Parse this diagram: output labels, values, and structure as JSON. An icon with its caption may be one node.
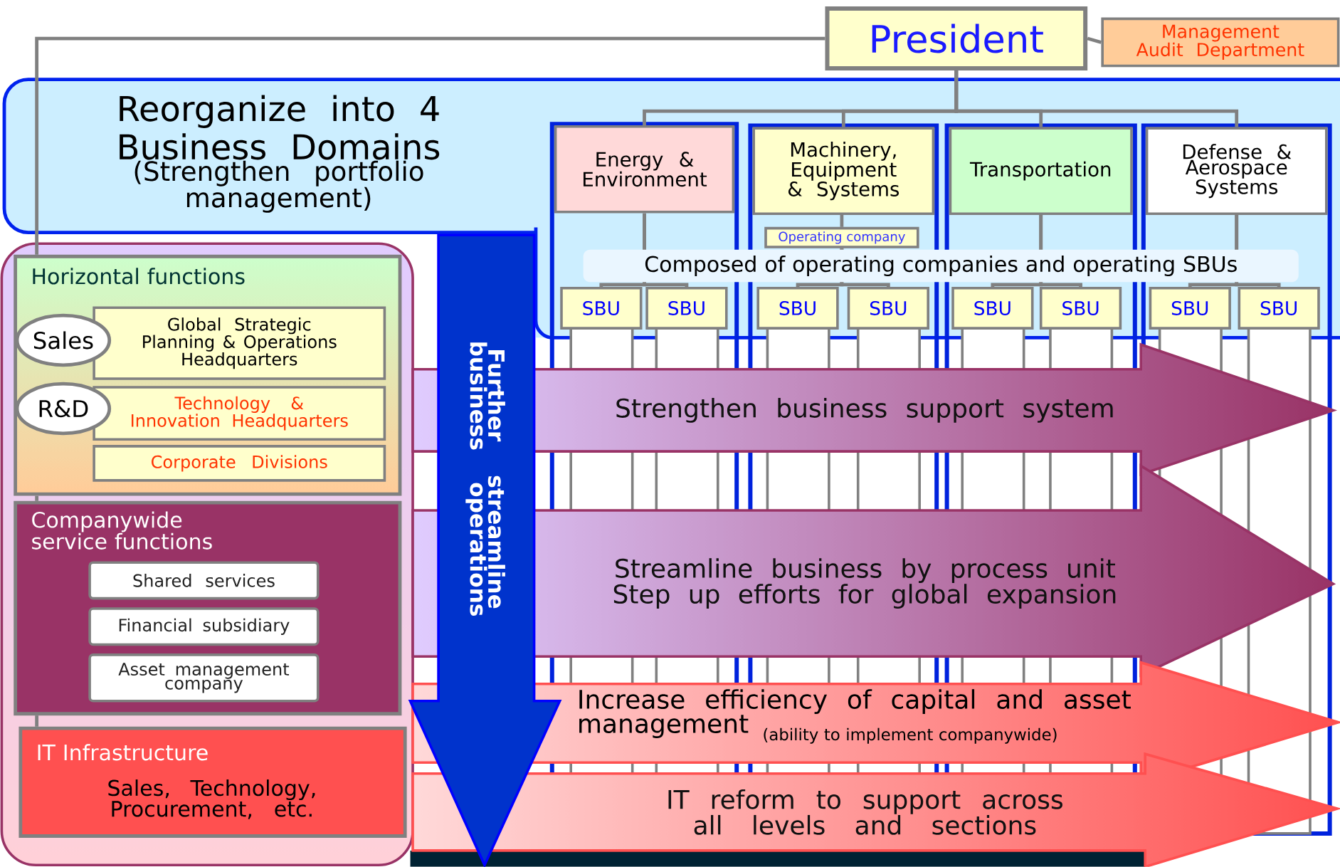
{
  "diagram": {
    "nodes": [
      {
        "text": [
          "President"
        ]
      },
      {
        "text": [
          "Management Audit Department"
        ]
      },
      {
        "text": [
          "Reorganize into 4 Business Domains",
          "(Strengthen portfolio management)"
        ]
      },
      {
        "text": [
          "Energy & Environment"
        ],
        "in": 2
      },
      {
        "text": [
          "Machinery, Equipment & Systems"
        ],
        "in": 2
      },
      {
        "text": [
          "Transportation"
        ],
        "in": 2
      },
      {
        "text": [
          "Defense & Aerospace Systems"
        ],
        "in": 2
      },
      {
        "text": [
          "Operating company"
        ]
      },
      {
        "text": [
          "SBU"
        ]
      },
      {
        "text": [
          "SBU"
        ]
      },
      {
        "text": [
          "SBU"
        ]
      },
      {
        "text": [
          "SBU"
        ]
      },
      {
        "text": [
          "SBU"
        ]
      },
      {
        "text": [
          "SBU"
        ]
      },
      {
        "text": [
          "SBU"
        ]
      },
      {
        "text": [
          "SBU"
        ]
      },
      {
        "text": [],
        "shape": "box"
      },
      {
        "text": [
          "Horizontal functions"
        ],
        "in": 16
      },
      {
        "text": [
          "Sales"
        ],
        "in": 17
      },
      {
        "text": [
          "Global Strategic Planning & Operations Headquarters"
        ],
        "in": 17
      },
      {
        "text": [
          "R&D"
        ],
        "in": 17
      },
      {
        "text": [
          "Technology & Innovation Headquarters"
        ],
        "in": 17
      },
      {
        "text": [
          "Corporate Divisions"
        ],
        "in": 17
      },
      {
        "text": [
          "Companywide service functions"
        ],
        "in": 16
      },
      {
        "text": [
          "Shared services"
        ],
        "in": 23
      },
      {
        "text": [
          "Financial subsidiary"
        ],
        "in": 23
      },
      {
        "text": [
          "Asset management company"
        ],
        "in": 23
      },
      {
        "text": [
          "IT Infrastructure",
          "Sales, Technology, Procurement, etc."
        ],
        "in": 16
      },
      {
        "text": [
          "Further streamline business operations"
        ]
      },
      {
        "text": [
          "Strengthen business support system"
        ]
      },
      {
        "text": [
          "Streamline business by process unit",
          "Step up efforts for global expansion"
        ]
      },
      {
        "text": [
          "Increase efficiency of capital and asset management",
          "(ability to implement companywide)"
        ]
      },
      {
        "text": [
          "IT reform to support across all levels and sections"
        ]
      }
    ],
    "edges": [
      {
        "from": 0,
        "to": 1,
        "arrow": "none"
      },
      {
        "from": 0,
        "to": 3,
        "arrow": "none"
      },
      {
        "from": 0,
        "to": 4,
        "arrow": "none"
      },
      {
        "from": 0,
        "to": 5,
        "arrow": "none"
      },
      {
        "from": 0,
        "to": 6,
        "arrow": "none"
      },
      {
        "from": 0,
        "to": 17,
        "arrow": "none"
      },
      {
        "from": 3,
        "to": 8,
        "arrow": "none"
      },
      {
        "from": 3,
        "to": 9,
        "arrow": "none"
      },
      {
        "from": 4,
        "to": 7,
        "arrow": "none"
      },
      {
        "from": 7,
        "to": 10,
        "arrow": "none"
      },
      {
        "from": 7,
        "to": 11,
        "arrow": "none"
      },
      {
        "from": 5,
        "to": 12,
        "arrow": "none"
      },
      {
        "from": 5,
        "to": 13,
        "arrow": "none"
      },
      {
        "from": 6,
        "to": 14,
        "arrow": "none"
      },
      {
        "from": 6,
        "to": 15,
        "arrow": "none"
      },
      {
        "from": 17,
        "to": 23,
        "arrow": "none"
      },
      {
        "from": 23,
        "to": 27,
        "arrow": "none"
      }
    ],
    "labels": [
      "Composed of operating companies and operating SBUs"
    ]
  }
}
